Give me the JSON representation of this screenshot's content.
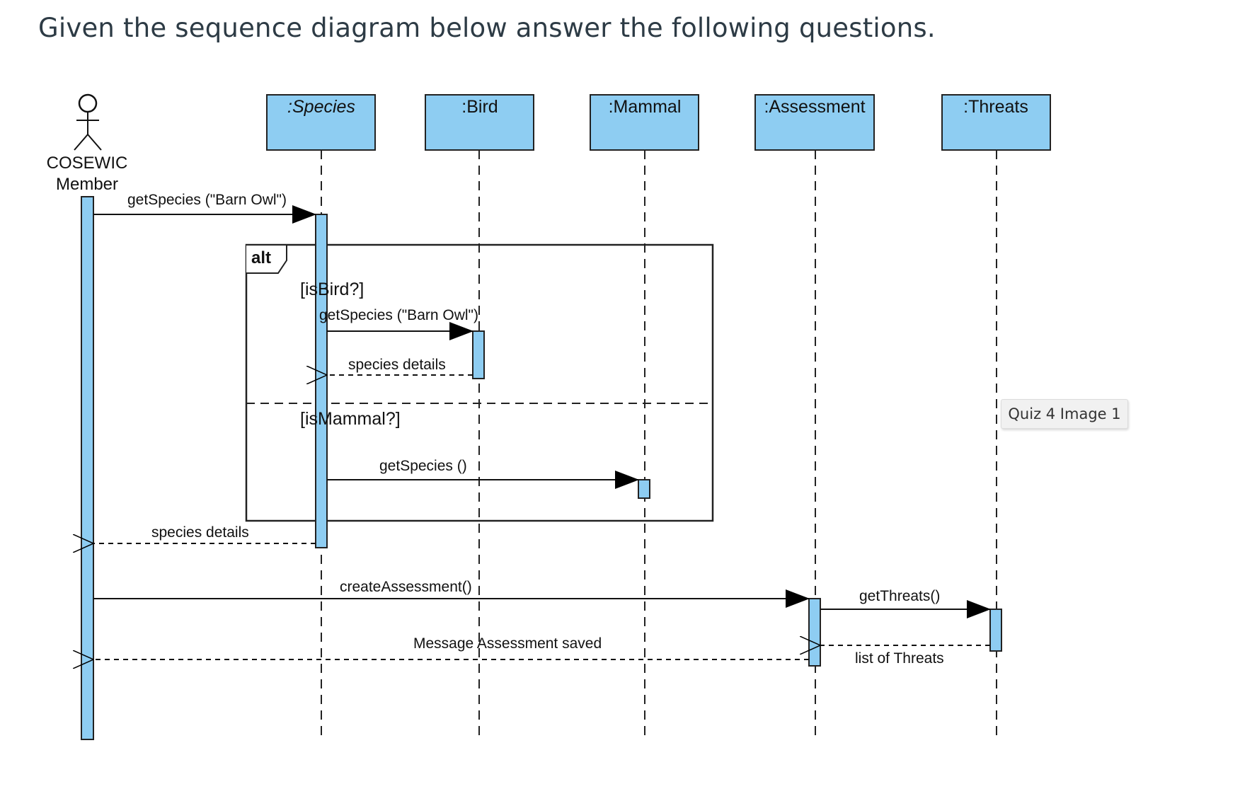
{
  "title": "Given the sequence diagram below answer the following questions.",
  "actor": {
    "line1": "COSEWIC",
    "line2": "Member"
  },
  "lifelines": {
    "species": ":Species",
    "bird": ":Bird",
    "mammal": ":Mammal",
    "assessment": ":Assessment",
    "threats": ":Threats"
  },
  "fragment": {
    "operator": "alt",
    "guard1": "[isBird?]",
    "guard2": "[isMammal?]"
  },
  "messages": {
    "m1": "getSpecies (\"Barn Owl\")",
    "m2": "getSpecies (\"Barn Owl\")",
    "m3": "species details",
    "m4": "getSpecies ()",
    "m5": "species details",
    "m6": "createAssessment()",
    "m7": "getThreats()",
    "m8": "list of Threats",
    "m9": "Message Assessment saved"
  },
  "tooltip": "Quiz 4 Image 1",
  "colors": {
    "box_fill": "#8ecdf2",
    "line": "#222222",
    "title": "#2d3b45"
  }
}
